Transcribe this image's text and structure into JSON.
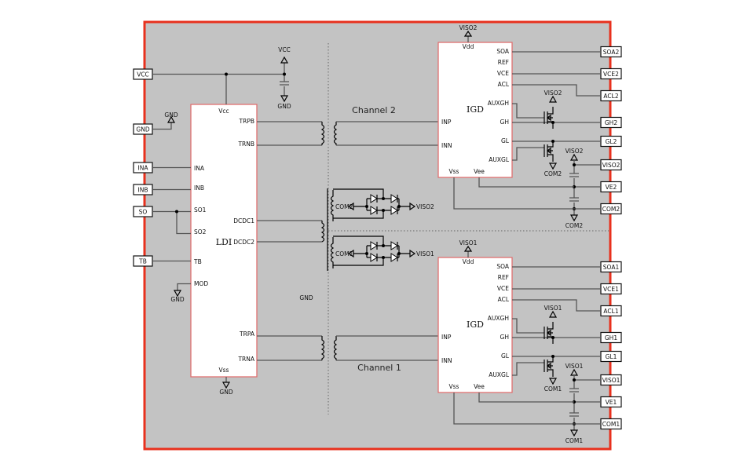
{
  "ldi": {
    "name": "LDI",
    "pins": {
      "vcc": "Vcc",
      "vss": "Vss",
      "ina": "INA",
      "inb": "INB",
      "so1": "SO1",
      "so2": "SO2",
      "tb": "TB",
      "mod": "MOD",
      "trpb": "TRPB",
      "trnb": "TRNB",
      "dcdc1": "DCDC1",
      "dcdc2": "DCDC2",
      "trpa": "TRPA",
      "trna": "TRNA"
    }
  },
  "igd": {
    "name": "IGD",
    "pins": {
      "vdd": "Vdd",
      "soa": "SOA",
      "ref": "REF",
      "vce": "VCE",
      "acl": "ACL",
      "auxgh": "AUXGH",
      "gh": "GH",
      "gl": "GL",
      "auxgl": "AUXGL",
      "inp": "INP",
      "inn": "INN",
      "vss": "Vss",
      "vee": "Vee"
    }
  },
  "left_ports": {
    "vcc": "VCC",
    "gnd": "GND",
    "ina": "INA",
    "inb": "INB",
    "so": "SO",
    "tb": "TB"
  },
  "channel2": {
    "label": "Channel 2",
    "ports": {
      "soa": "SOA2",
      "vce": "VCE2",
      "acl": "ACL2",
      "gh": "GH2",
      "gl": "GL2",
      "viso": "VISO2",
      "ve": "VE2",
      "com": "COM2"
    },
    "viso": "VISO2",
    "com": "COM2"
  },
  "channel1": {
    "label": "Channel 1",
    "ports": {
      "soa": "SOA1",
      "vce": "VCE1",
      "acl": "ACL1",
      "gh": "GH1",
      "gl": "GL1",
      "viso": "VISO1",
      "ve": "VE1",
      "com": "COM1"
    },
    "viso": "VISO1",
    "com": "COM1"
  },
  "nets": {
    "vcc": "VCC",
    "gnd": "GND"
  },
  "colors": {
    "board_fill": "#c3c3c3",
    "board_border": "#e8311e",
    "chip_border": "#e07070"
  }
}
